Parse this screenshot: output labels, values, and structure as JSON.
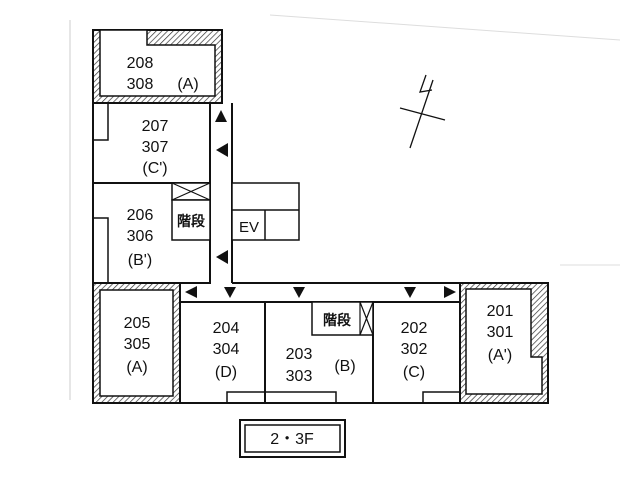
{
  "rooms": {
    "r208": {
      "line1": "208",
      "line2": "308",
      "type": "(A)"
    },
    "r207": {
      "line1": "207",
      "line2": "307",
      "type": "(C')"
    },
    "r206": {
      "line1": "206",
      "line2": "306",
      "type": "(B')"
    },
    "r205": {
      "line1": "205",
      "line2": "305",
      "type": "(A)"
    },
    "r204": {
      "line1": "204",
      "line2": "304",
      "type": "(D)"
    },
    "r203": {
      "line1": "203",
      "line2": "303",
      "type": "(B)"
    },
    "r202": {
      "line1": "202",
      "line2": "302",
      "type": "(C)"
    },
    "r201": {
      "line1": "201",
      "line2": "301",
      "type": "(A')"
    }
  },
  "stairs_label": "階段",
  "elevator_label": "EV",
  "floor_label": "2・3F",
  "north_arrow_label": "N",
  "colors": {
    "line": "#111111",
    "background": "#ffffff"
  }
}
